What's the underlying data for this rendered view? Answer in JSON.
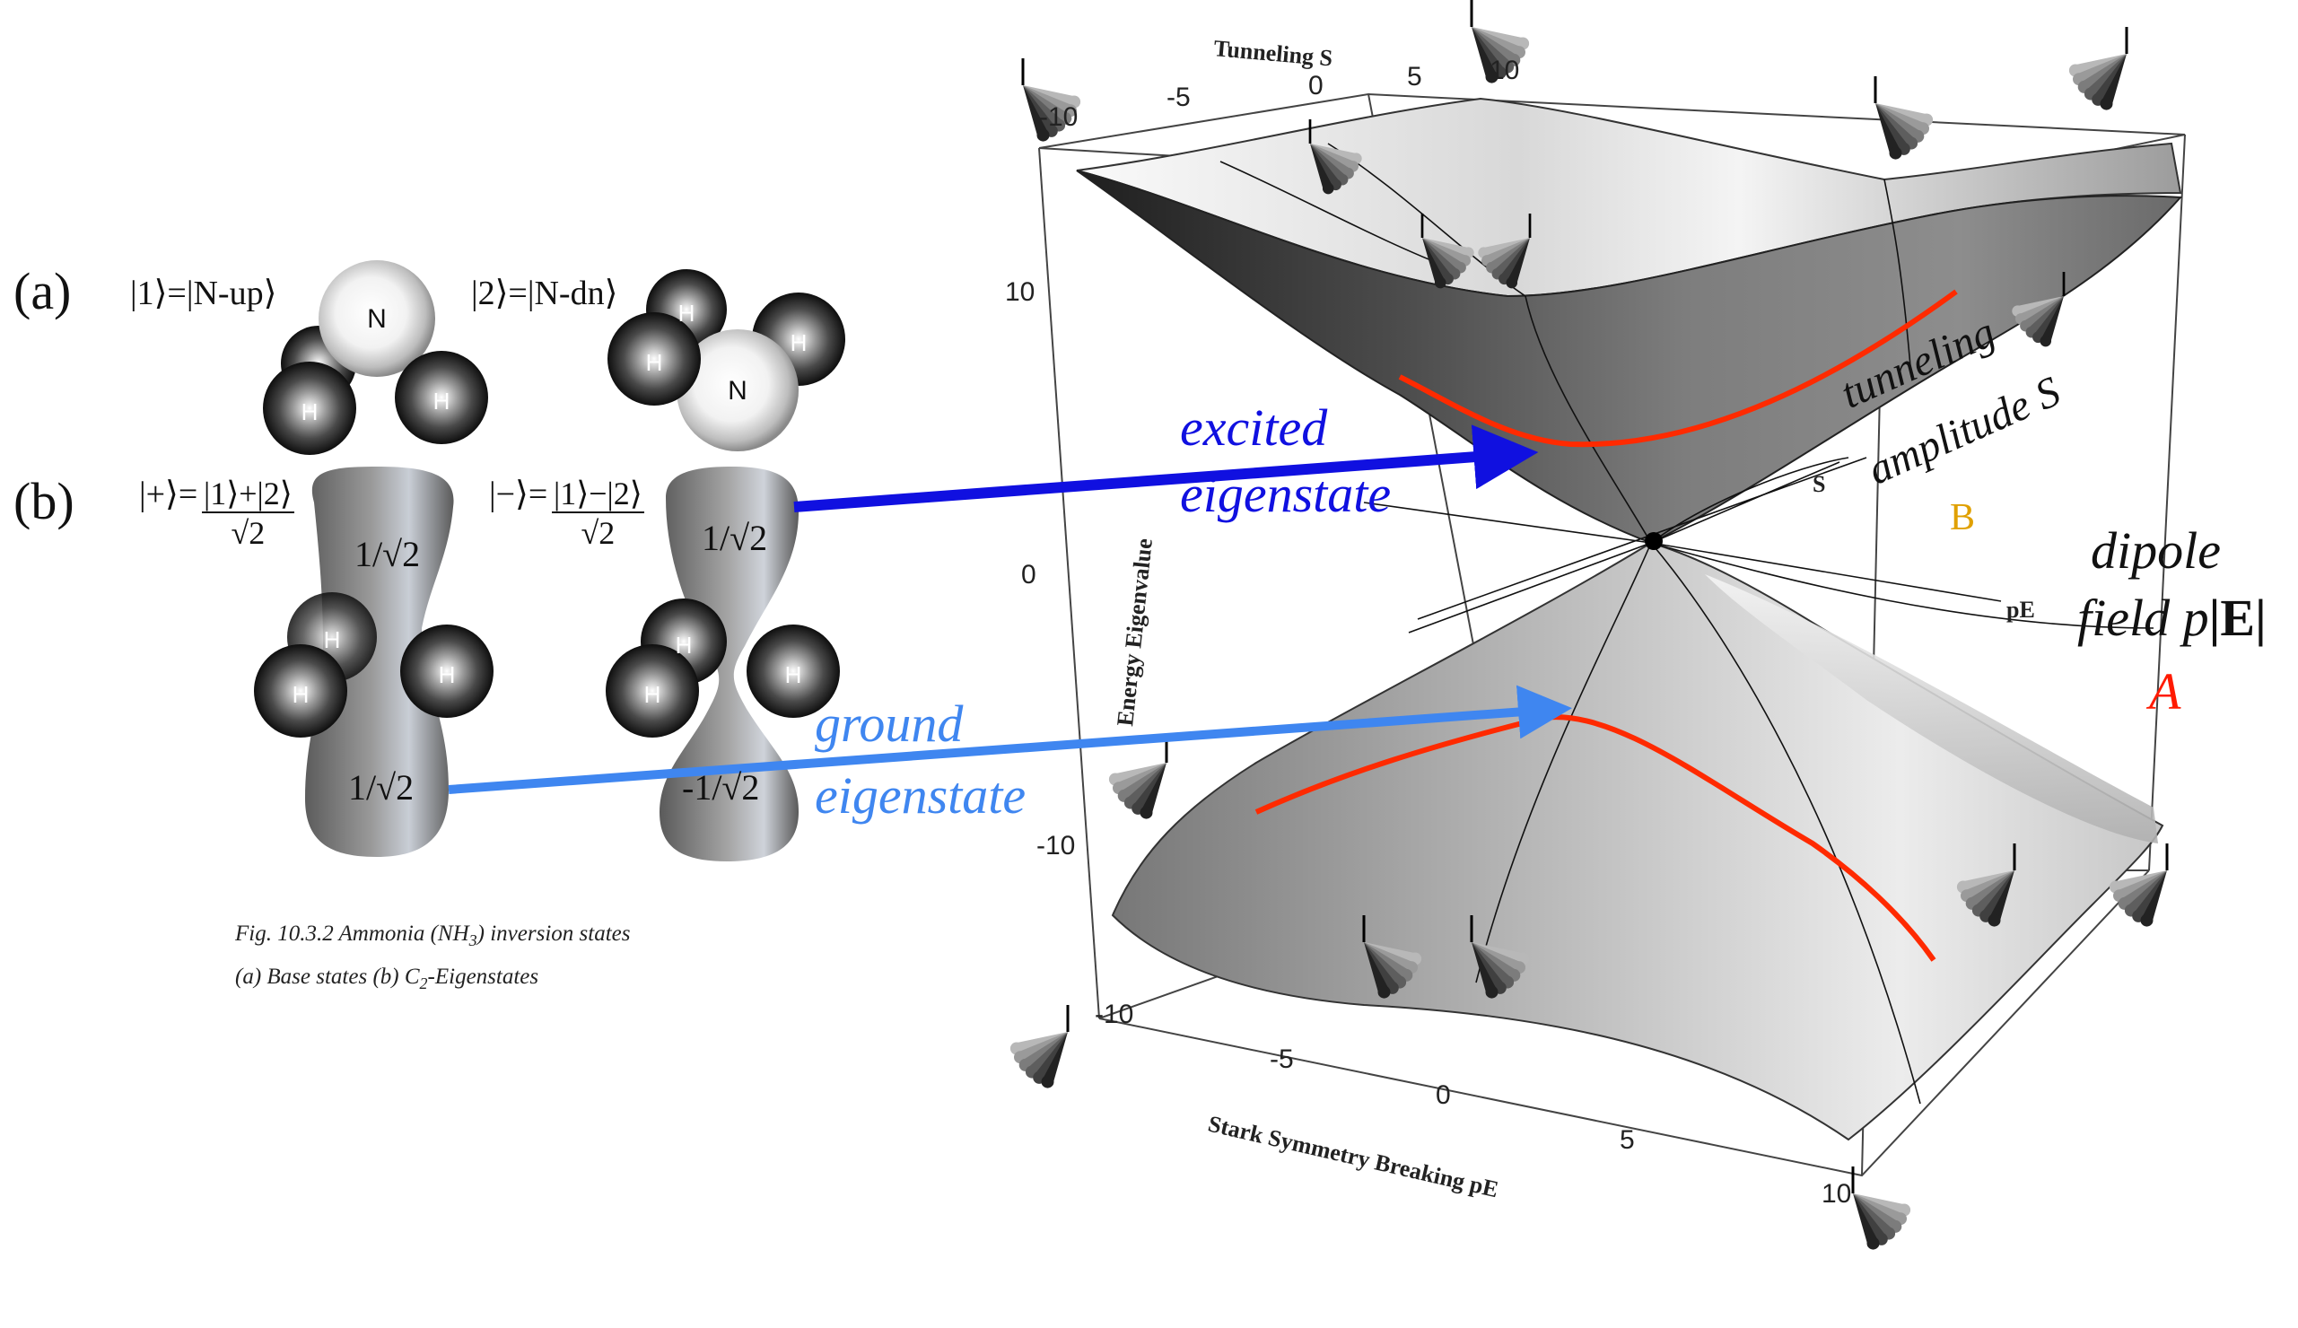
{
  "left_panel": {
    "row_a_tag": "(a)",
    "row_b_tag": "(b)",
    "ket_up": "|1⟩=|N-up⟩",
    "ket_dn": "|2⟩=|N-dn⟩",
    "plus_lhs": "|+⟩=",
    "plus_num": "|1⟩+|2⟩",
    "plus_den": "√2",
    "minus_lhs": "|−⟩=",
    "minus_num": "|1⟩−|2⟩",
    "minus_den": "√2",
    "atom_n": "N",
    "atom_h": "H",
    "amp_plus_top": "1/√2",
    "amp_plus_bottom": "1/√2",
    "amp_minus_top": "1/√2",
    "amp_minus_bottom": "-1/√2",
    "caption_line1": "Fig. 10.3.2 Ammonia (NH",
    "caption_sub1": "3",
    "caption_line1_end": ") inversion states",
    "caption_line2": "(a) Base states (b) C",
    "caption_sub2": "2",
    "caption_line2_end": "-Eigenstates"
  },
  "plot3d": {
    "top_axis_title": "Tunneling S",
    "top_ticks": [
      "-10",
      "-5",
      "0",
      "5",
      "10"
    ],
    "vertical_axis_title": "Energy Eigenvalue",
    "vertical_ticks": [
      "10",
      "0",
      "-10"
    ],
    "bottom_axis_title": "Stark Symmetry Breaking pE",
    "bottom_ticks": [
      "-10",
      "-5",
      "0",
      "5",
      "10"
    ],
    "axis_s_label": "S",
    "axis_pe_label": "pE"
  },
  "annotations": {
    "excited_line1": "excited",
    "excited_line2": "eigenstate",
    "ground_line1": "ground",
    "ground_line2": "eigenstate",
    "tunneling_line1": "tunneling",
    "tunneling_line2": "amplitude S",
    "b_letter": "B",
    "dipole_line1": "dipole",
    "dipole_line2_prefix": "field ",
    "dipole_line2_p": "p",
    "dipole_line2_e": "|E|",
    "a_letter": "A"
  },
  "colors": {
    "excited_arrow": "#1010e0",
    "ground_arrow": "#3f86f0",
    "curve_red": "#ff2a00",
    "b_gold": "#e0a000",
    "a_red": "#ff1a00"
  }
}
